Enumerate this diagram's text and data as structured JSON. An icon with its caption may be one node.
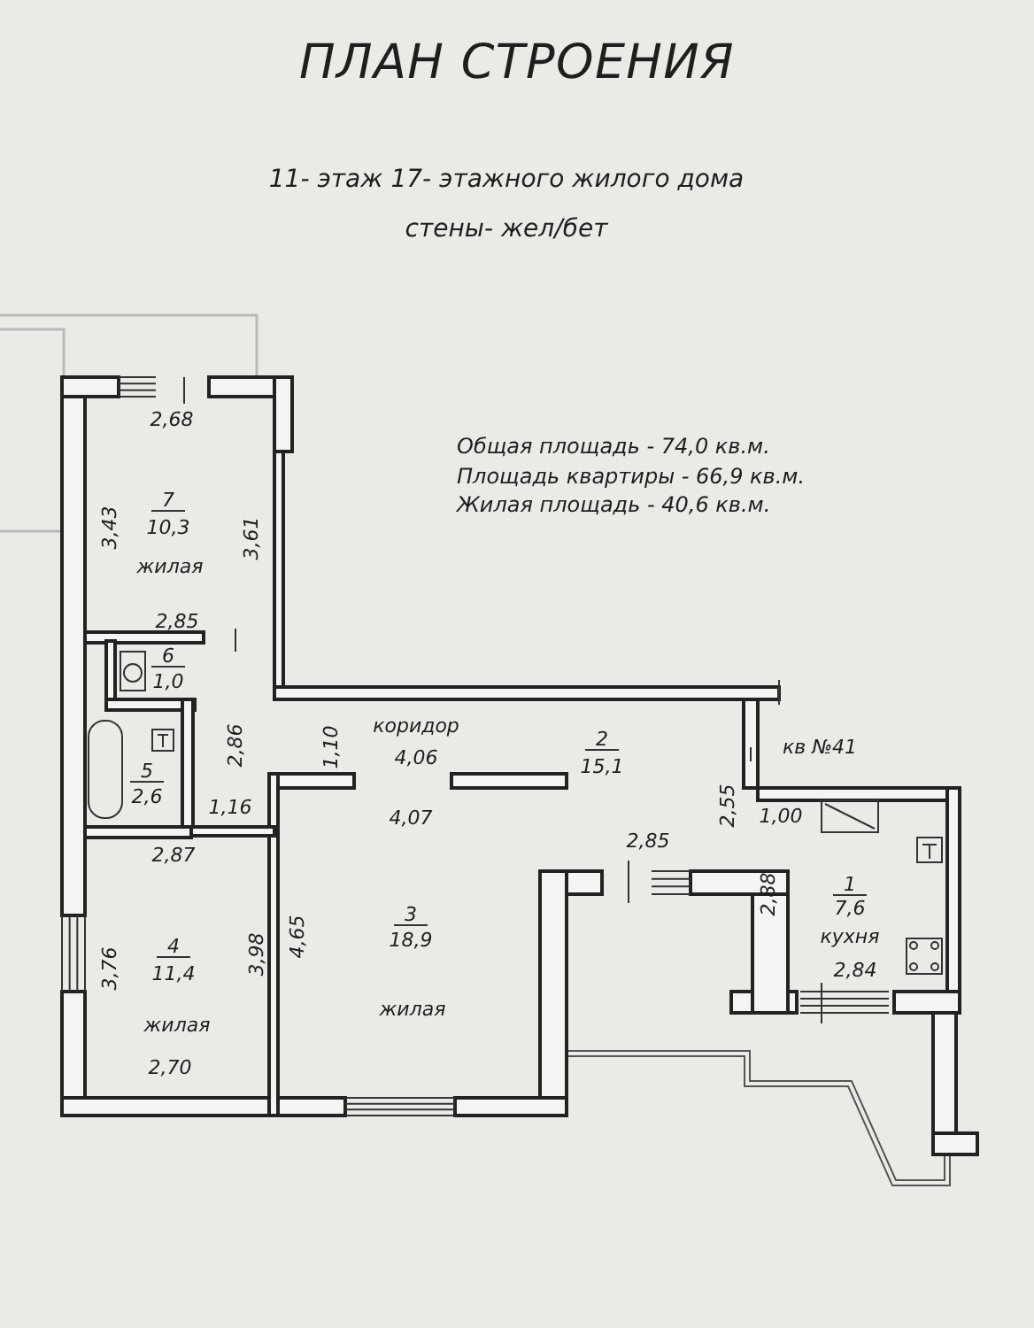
{
  "diagram": {
    "title": "ПЛАН СТРОЕНИЯ",
    "labels": [
      "11- этаж 17- этажного жилого дома",
      "стены- жел/бет",
      "Общая площадь - 74,0 кв.м.",
      "Площадь квартиры - 66,9 кв.м.",
      "Жилая площадь - 40,6 кв.м.",
      "2,68",
      "7",
      "10,3",
      "3,43",
      "3,61",
      "жилая",
      "2,85",
      "6",
      "1,0",
      "коридор",
      "4,06",
      "1,10",
      "2,86",
      "2",
      "15,1",
      "кв №41",
      "2,55",
      "5",
      "2,6",
      "1,16",
      "4,07",
      "1,00",
      "2,85",
      "2,87",
      "2,88",
      "1",
      "7,6",
      "кухня",
      "3,76",
      "4",
      "11,4",
      "3,98",
      "4,65",
      "3",
      "18,9",
      "2,84",
      "жилая",
      "жилая",
      "2,70"
    ]
  }
}
